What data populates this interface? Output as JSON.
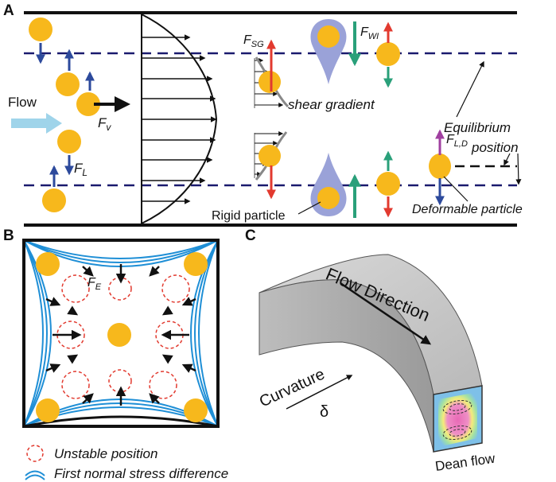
{
  "panels": {
    "a": "A",
    "b": "B",
    "c": "C"
  },
  "panel_a": {
    "flow": "Flow",
    "f_v_main": "F",
    "f_v_sub": "v",
    "f_l_main": "F",
    "f_l_sub": "L",
    "f_sg_main": "F",
    "f_sg_sub": "SG",
    "f_wi_main": "F",
    "f_wi_sub": "WI",
    "f_ld_main": "F",
    "f_ld_sub": "L,D",
    "shear_gradient": "shear gradient",
    "equilibrium_line1": "Equilibrium",
    "equilibrium_line2": "position",
    "rigid_particle": "Rigid particle",
    "deformable_particle": "Deformable particle"
  },
  "panel_b": {
    "f_e_main": "F",
    "f_e_sub": "E",
    "legend_unstable": "Unstable position",
    "legend_stress": "First normal stress difference"
  },
  "panel_c": {
    "flow_direction": "Flow Direction",
    "curvature": "Curvature",
    "delta": "δ",
    "dean_flow": "Dean flow"
  },
  "colors": {
    "particle": "#f7b81c",
    "dashed_line": "#1a1a6e",
    "blue_arrow": "#2d4a9c",
    "red_arrow": "#e23a2f",
    "green_arrow": "#2aa07a",
    "purple_arrow": "#a040a0",
    "flow_arrow": "#9fd4ea",
    "deformed_drop": "#9aa2d8",
    "stress_lines": "#1f8fd6"
  }
}
